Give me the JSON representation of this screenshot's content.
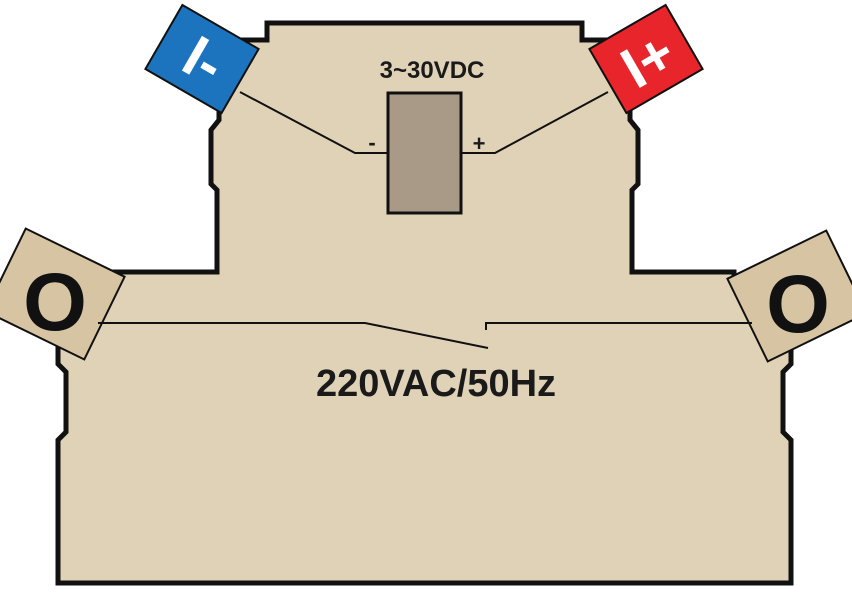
{
  "diagram": {
    "dc_input_label": "3~30VDC",
    "ac_output_label": "220VAC/50Hz",
    "coil_minus_sign": "-",
    "coil_plus_sign": "+",
    "terminals": {
      "input_negative": "I-",
      "input_positive": "I+",
      "output_left": "O",
      "output_right": "O"
    }
  },
  "colors": {
    "housing": "#dfd2b7",
    "terminal_tab": "#d6c4a3",
    "coil": "#a89a86",
    "negative_terminal": "#1c74bf",
    "positive_terminal": "#e8252b",
    "outline": "#111111"
  }
}
